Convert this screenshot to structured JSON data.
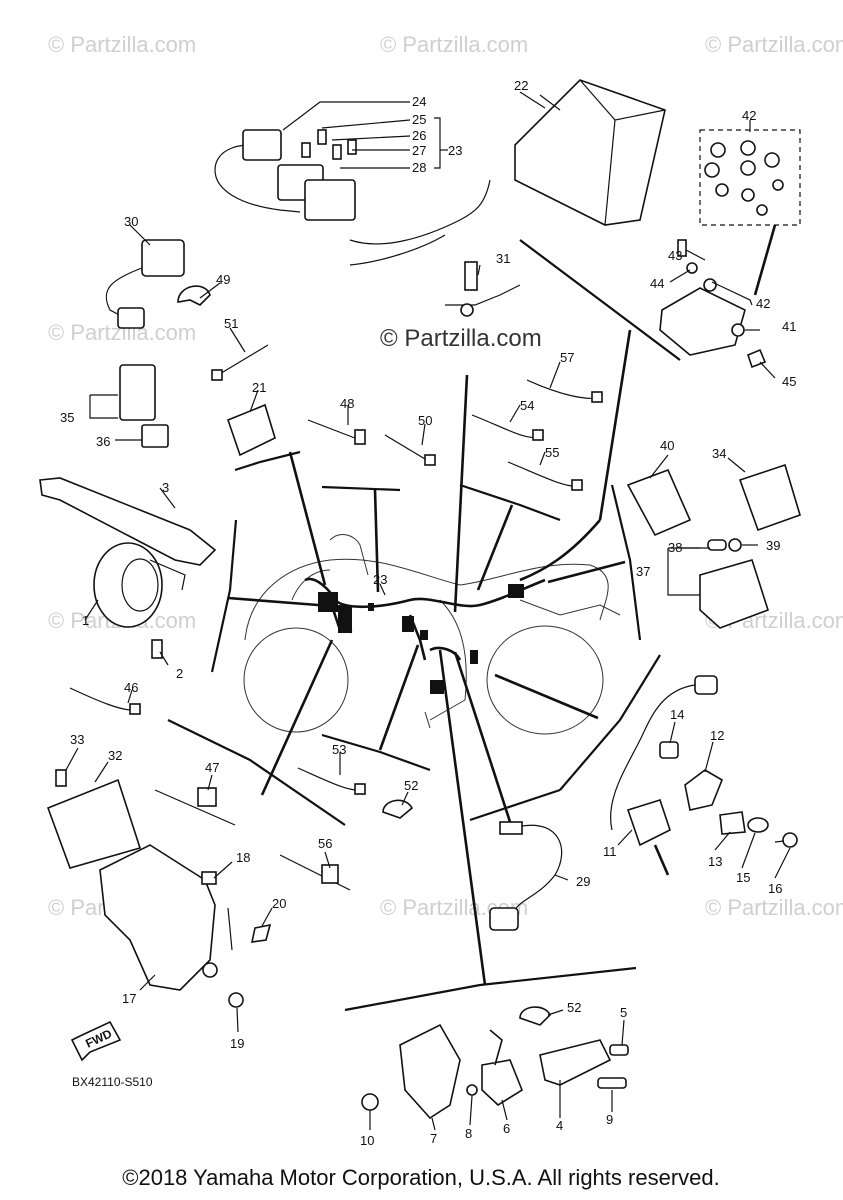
{
  "watermark": "© Partzilla.com",
  "center_watermark": "© Partzilla.com",
  "diagram_code": "BX42110-S510",
  "fwd_label": "FWD",
  "copyright": "©2018 Yamaha Motor Corporation, U.S.A. All rights reserved.",
  "callouts": [
    "1",
    "2",
    "3",
    "4",
    "5",
    "6",
    "7",
    "8",
    "9",
    "10",
    "11",
    "12",
    "13",
    "14",
    "15",
    "16",
    "17",
    "18",
    "19",
    "20",
    "21",
    "22",
    "23",
    "23",
    "24",
    "25",
    "26",
    "27",
    "28",
    "29",
    "30",
    "31",
    "32",
    "33",
    "34",
    "35",
    "36",
    "37",
    "38",
    "39",
    "40",
    "41",
    "42",
    "42",
    "43",
    "44",
    "45",
    "46",
    "47",
    "48",
    "49",
    "50",
    "51",
    "52",
    "52",
    "53",
    "54",
    "55",
    "56",
    "57"
  ]
}
